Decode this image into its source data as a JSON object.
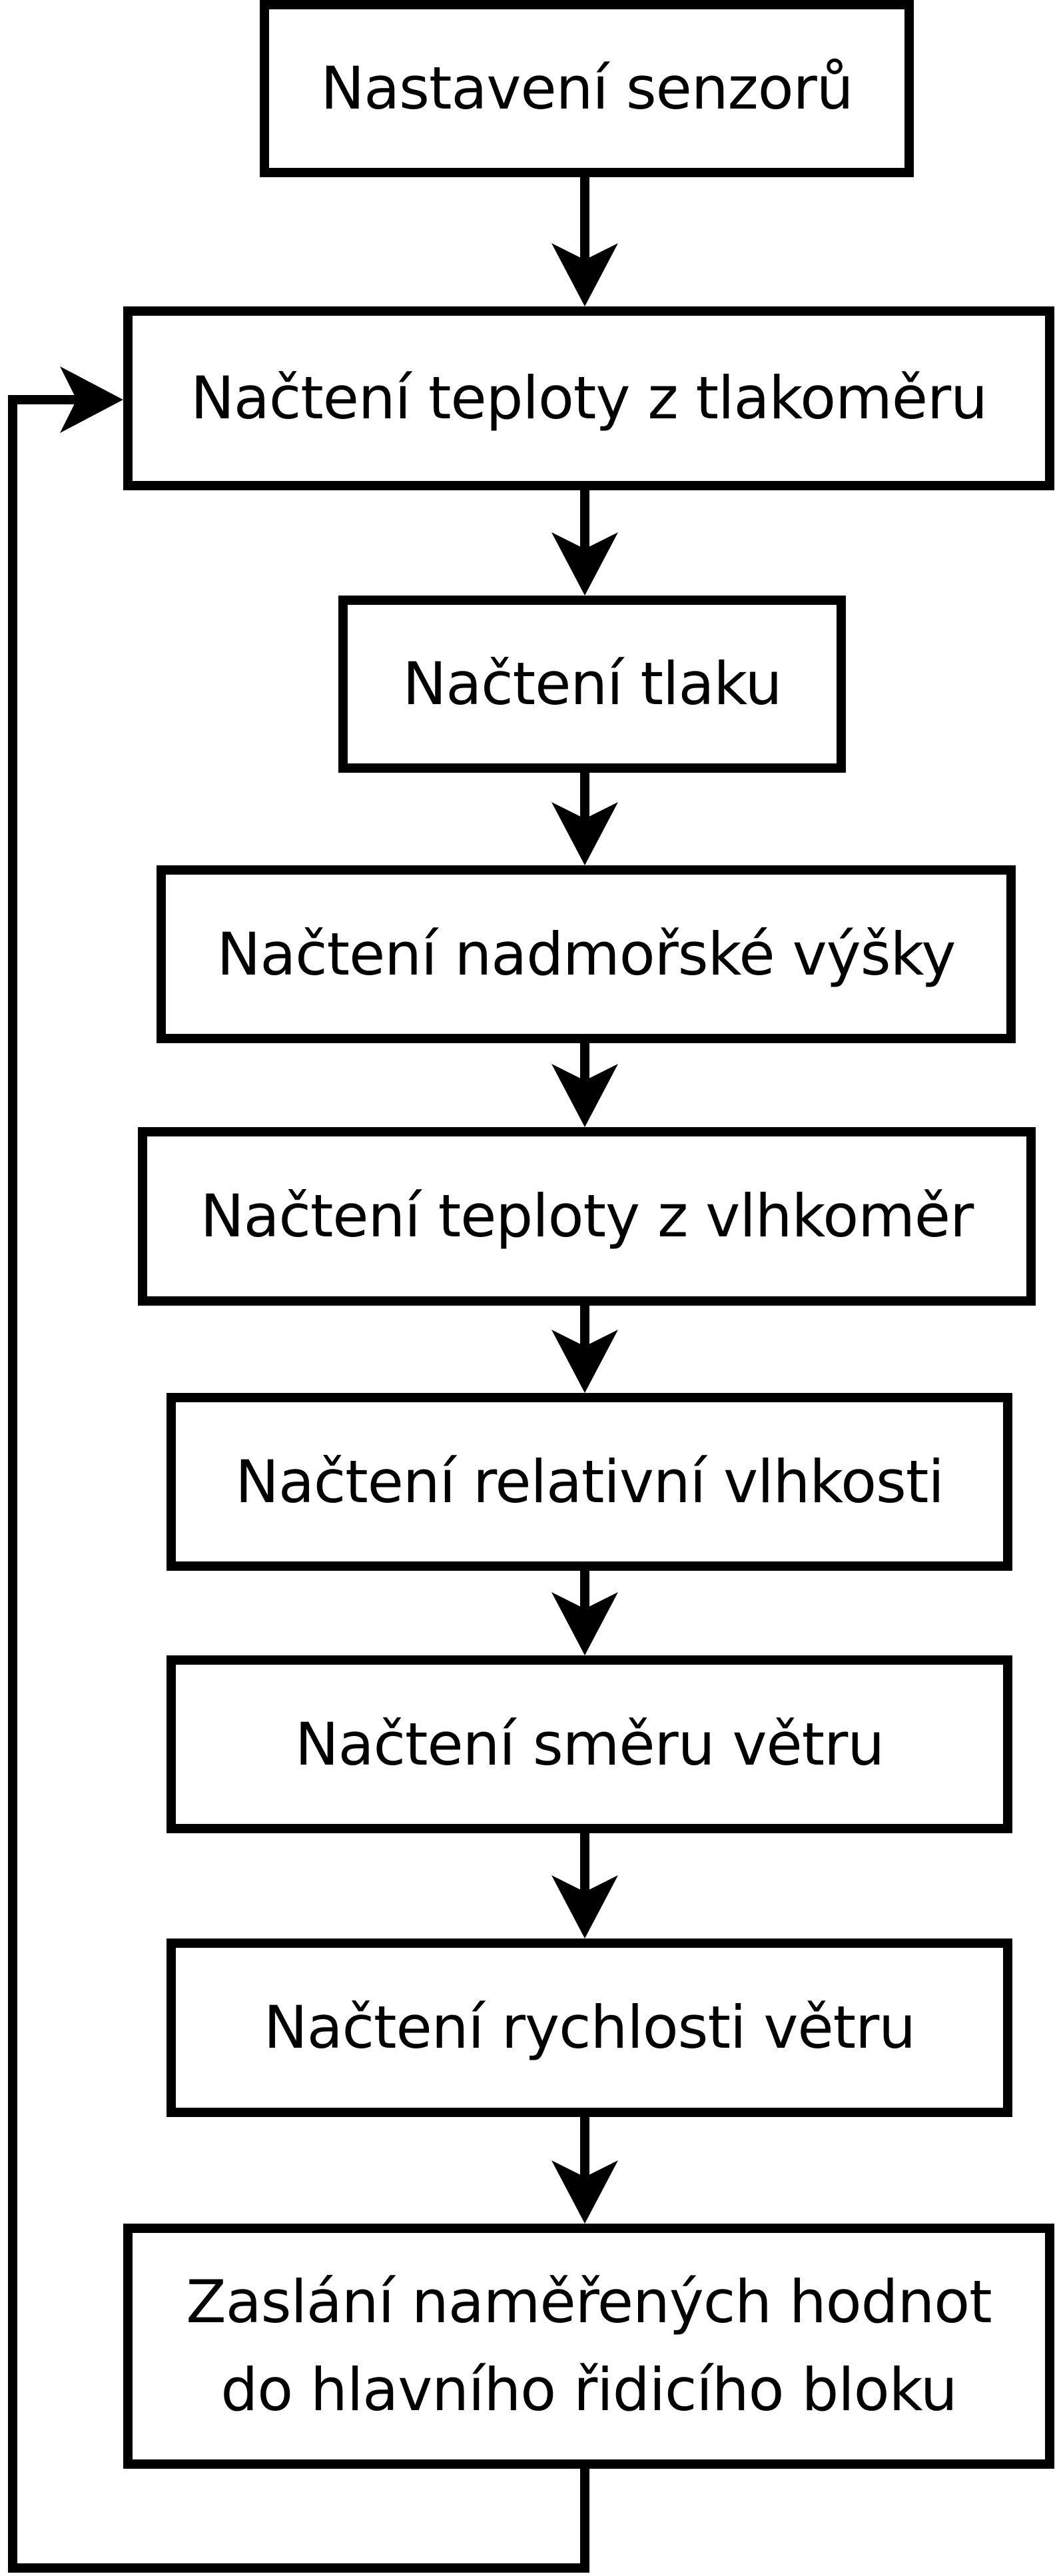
{
  "colors": {
    "foreground": "#000000",
    "background": "#ffffff"
  },
  "flowchart": {
    "boxes": [
      {
        "id": "setup-sensors",
        "label": "Nastavení senzorů"
      },
      {
        "id": "read-temperature-from-barometer",
        "label": "Načtení teploty z tlakoměru"
      },
      {
        "id": "read-pressure",
        "label": "Načtení tlaku"
      },
      {
        "id": "read-altitude",
        "label": "Načtení nadmořské výšky"
      },
      {
        "id": "read-temperature-from-hygrometer",
        "label": "Načtení teploty z vlhkoměr"
      },
      {
        "id": "read-relative-humidity",
        "label": "Načtení relativní vlhkosti"
      },
      {
        "id": "read-wind-direction",
        "label": "Načtení směru větru"
      },
      {
        "id": "read-wind-speed",
        "label": "Načtení rychlosti větru"
      },
      {
        "id": "send-measured-values",
        "label": "Zaslání naměřených hodnot\ndo hlavního řidicího bloku"
      }
    ],
    "edges": [
      {
        "from": "setup-sensors",
        "to": "read-temperature-from-barometer",
        "type": "arrow-down"
      },
      {
        "from": "read-temperature-from-barometer",
        "to": "read-pressure",
        "type": "arrow-down"
      },
      {
        "from": "read-pressure",
        "to": "read-altitude",
        "type": "arrow-down"
      },
      {
        "from": "read-altitude",
        "to": "read-temperature-from-hygrometer",
        "type": "arrow-down"
      },
      {
        "from": "read-temperature-from-hygrometer",
        "to": "read-relative-humidity",
        "type": "arrow-down"
      },
      {
        "from": "read-relative-humidity",
        "to": "read-wind-direction",
        "type": "arrow-down"
      },
      {
        "from": "read-wind-direction",
        "to": "read-wind-speed",
        "type": "arrow-down"
      },
      {
        "from": "read-wind-speed",
        "to": "send-measured-values",
        "type": "arrow-down"
      },
      {
        "from": "send-measured-values",
        "to": "read-temperature-from-barometer",
        "type": "loop-back-left"
      }
    ]
  }
}
